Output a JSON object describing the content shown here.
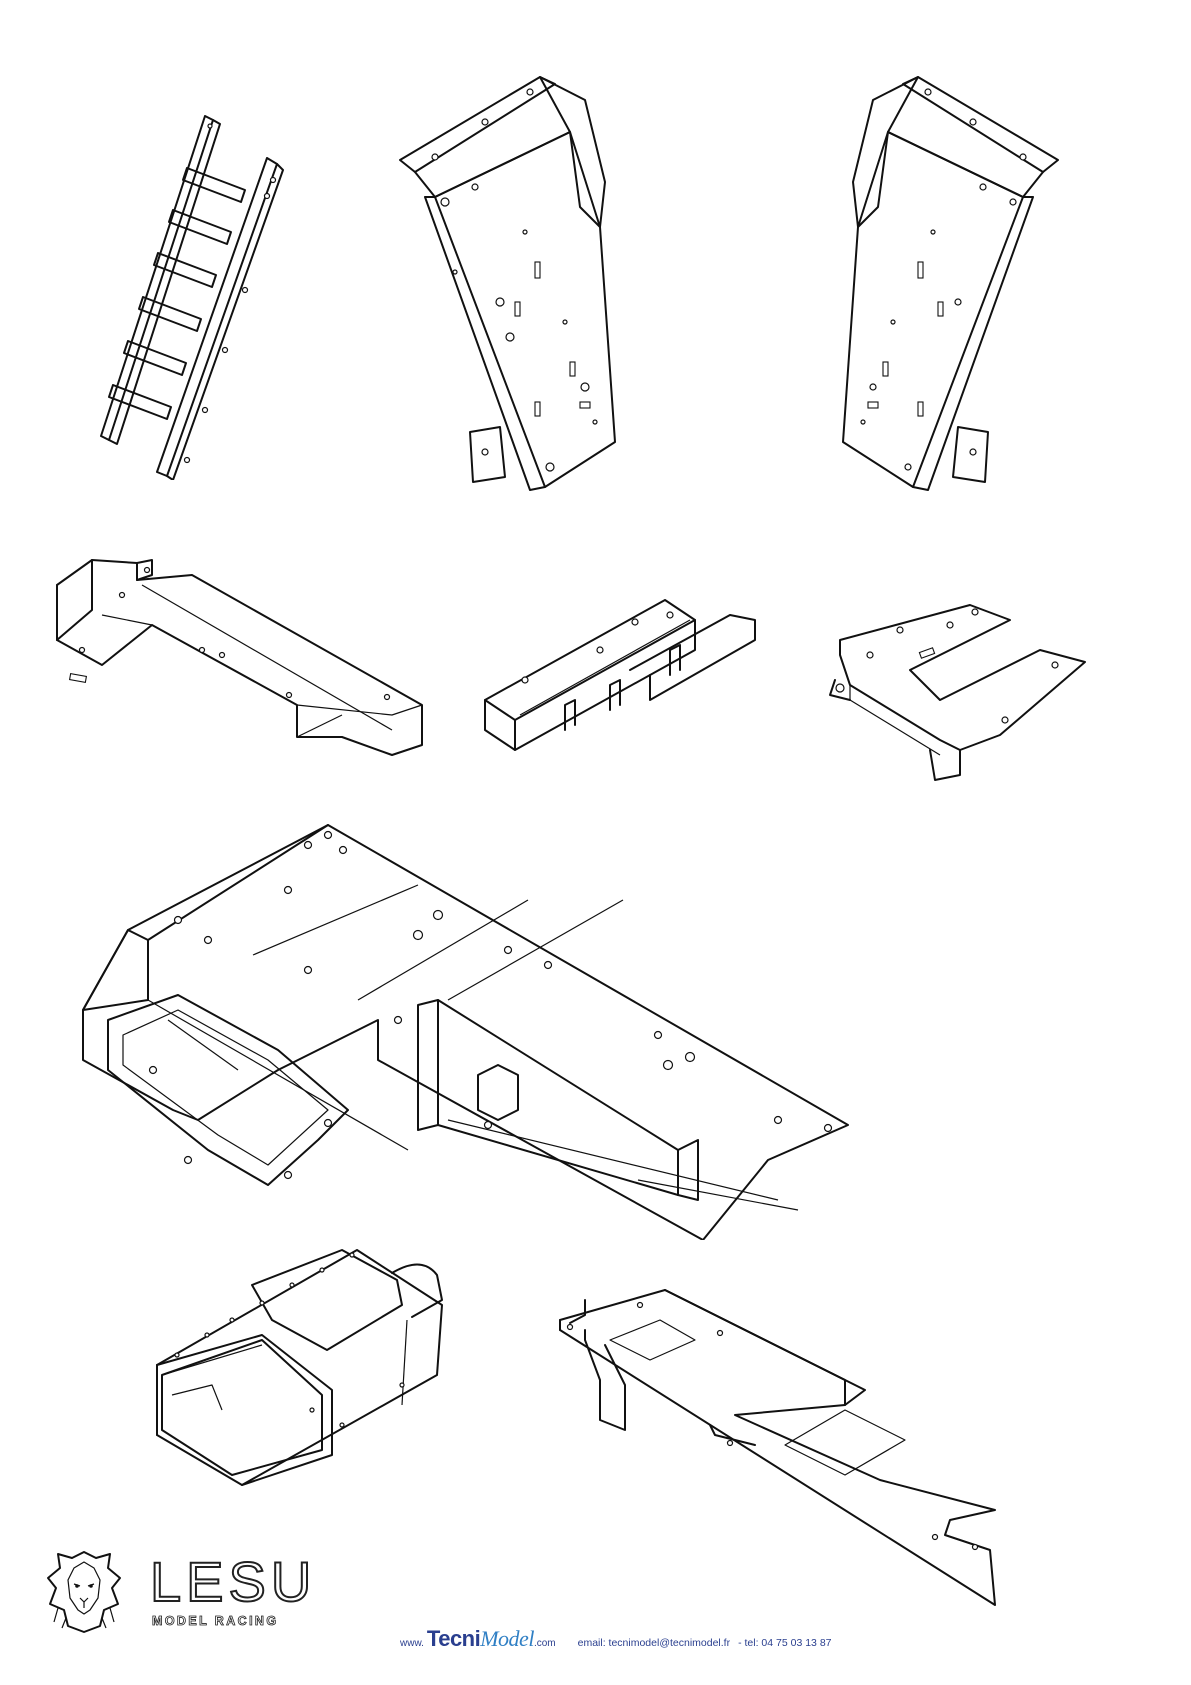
{
  "brand": {
    "name": "LESU",
    "tagline": "MODEL RACING"
  },
  "contact": {
    "web_prefix": "www.",
    "web_brand_a": "Tecni",
    "web_brand_b": "Model",
    "web_suffix": ".com",
    "email": "email: tecnimodel@tecnimodel.fr",
    "tel": "-  tel: 04 75 03 13 87"
  },
  "colors": {
    "ink": "#111111",
    "contact_blue": "#2a3f8f",
    "accent_blue": "#2f7fc4"
  },
  "icons": [
    "lion-emblem-icon"
  ]
}
